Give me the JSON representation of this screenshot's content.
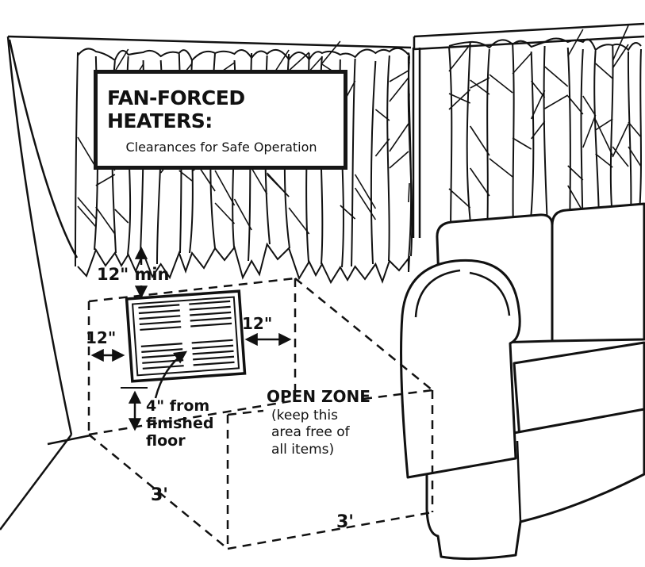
{
  "title_box": {
    "title": "FAN-FORCED HEATERS:",
    "subtitle": "Clearances for Safe Operation"
  },
  "dimensions": {
    "top_clearance": "12\" min",
    "side_clearance_left": "12\"",
    "side_clearance_right": "12\"",
    "floor_clearance": "4\" from finished floor",
    "zone_depth": "3'",
    "zone_width": "3'"
  },
  "open_zone": {
    "title": "OPEN ZONE",
    "note": "(keep this area free of all items)"
  },
  "colors": {
    "ink": "#111111",
    "paper": "#ffffff"
  }
}
